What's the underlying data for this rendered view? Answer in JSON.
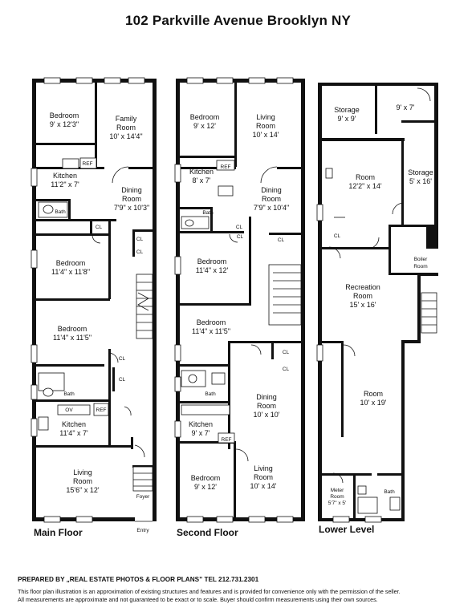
{
  "title": "102 Parkville Avenue Brooklyn NY",
  "floors": [
    {
      "name": "Main Floor",
      "rooms": [
        {
          "lines": [
            "Bedroom",
            "9' x 12'3\""
          ]
        },
        {
          "lines": [
            "Family",
            "Room",
            "10' x 14'4\""
          ]
        },
        {
          "lines": [
            "Kitchen",
            "11'2\" x 7'"
          ]
        },
        {
          "lines": [
            "Dining",
            "Room",
            "7'9\" x 10'3\""
          ]
        },
        {
          "lines": [
            "Bath"
          ]
        },
        {
          "lines": [
            "Bedroom",
            "11'4\" x 11'8\""
          ]
        },
        {
          "lines": [
            "Bedroom",
            "11'4\" x 11'5\""
          ]
        },
        {
          "lines": [
            "Bath"
          ]
        },
        {
          "lines": [
            "Kitchen",
            "11'4\" x 7'"
          ]
        },
        {
          "lines": [
            "Living",
            "Room",
            "15'6\" x 12'"
          ]
        },
        {
          "lines": [
            "Foyer"
          ]
        },
        {
          "lines": [
            "Entry"
          ]
        }
      ],
      "tags": [
        "REF",
        "CL",
        "CL",
        "CL",
        "CL",
        "CL",
        "OV",
        "REF"
      ]
    },
    {
      "name": "Second Floor",
      "rooms": [
        {
          "lines": [
            "Bedroom",
            "9' x 12'"
          ]
        },
        {
          "lines": [
            "Living",
            "Room",
            "10' x 14'"
          ]
        },
        {
          "lines": [
            "Kitchen",
            "8' x 7'"
          ]
        },
        {
          "lines": [
            "Dining",
            "Room",
            "7'9\" x 10'4\""
          ]
        },
        {
          "lines": [
            "Bath"
          ]
        },
        {
          "lines": [
            "Bedroom",
            "11'4\" x 12'"
          ]
        },
        {
          "lines": [
            "Bedroom",
            "11'4\" x 11'5\""
          ]
        },
        {
          "lines": [
            "Bath"
          ]
        },
        {
          "lines": [
            "Dining",
            "Room",
            "10' x 10'"
          ]
        },
        {
          "lines": [
            "Kitchen",
            "9' x 7'"
          ]
        },
        {
          "lines": [
            "Bedroom",
            "9' x 12'"
          ]
        },
        {
          "lines": [
            "Living",
            "Room",
            "10' x 14'"
          ]
        }
      ],
      "tags": [
        "REF",
        "CL",
        "CL",
        "CL",
        "CL",
        "CL",
        "REF"
      ]
    },
    {
      "name": "Lower Level",
      "rooms": [
        {
          "lines": [
            "Storage",
            "9' x 9'"
          ]
        },
        {
          "lines": [
            "9' x 7'"
          ]
        },
        {
          "lines": [
            "Room",
            "12'2\" x 14'"
          ]
        },
        {
          "lines": [
            "Storage",
            "5' x 16'"
          ]
        },
        {
          "lines": [
            "Boiler",
            "Room"
          ]
        },
        {
          "lines": [
            "Recreation",
            "Room",
            "15' x 16'"
          ]
        },
        {
          "lines": [
            "Room",
            "10' x 19'"
          ]
        },
        {
          "lines": [
            "Meter",
            "Room",
            "5'7\" x 5'"
          ]
        },
        {
          "lines": [
            "Bath"
          ]
        }
      ],
      "tags": [
        "CL"
      ]
    }
  ],
  "footer": {
    "prepared_by": "PREPARED BY „REAL ESTATE PHOTOS & FLOOR PLANS” TEL 212.731.2301",
    "disclaimer_1": "This floor plan illustration is an approximation of existing structures and features and is provided for convenience only with the permission of the seller.",
    "disclaimer_2": "All measurements are approximate and not guaranteed to be exact or to scale. Buyer should confirm measurements using their own sources."
  }
}
